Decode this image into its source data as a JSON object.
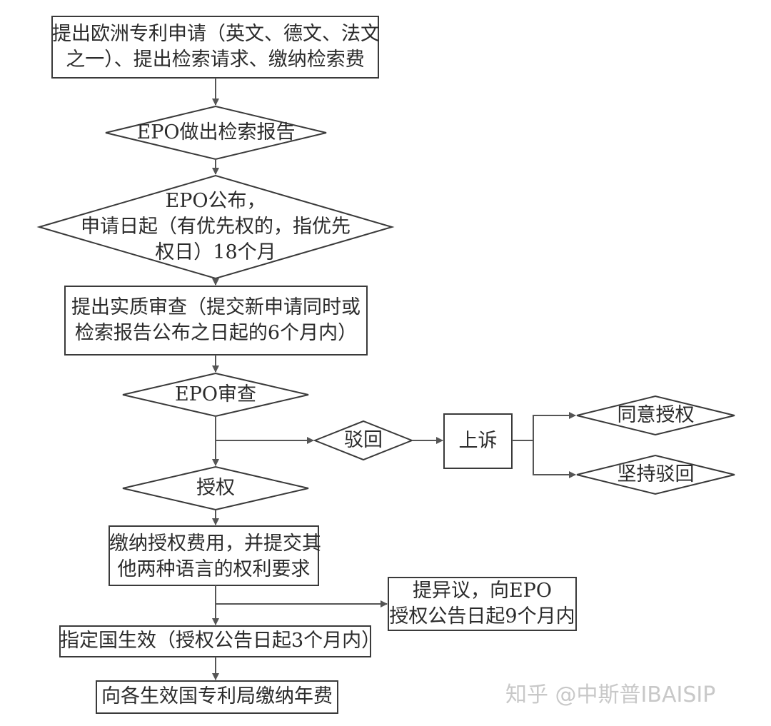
{
  "nodes": {
    "apply": {
      "line1": "提出欧洲专利申请（英文、德文、法文",
      "line2": "之一）、提出检索请求、缴纳检索费"
    },
    "search_report": {
      "label": "EPO做出检索报告"
    },
    "publish": {
      "line1": "EPO公布，",
      "line2": "申请日起（有优先权的，指优先",
      "line3": "权日）18个月"
    },
    "substantive": {
      "line1": "提出实质审查（提交新申请同时或",
      "line2": "检索报告公布之日起的6个月内）"
    },
    "examination": {
      "label": "EPO审查"
    },
    "reject": {
      "label": "驳回"
    },
    "appeal": {
      "label": "上诉"
    },
    "agree_grant": {
      "label": "同意授权"
    },
    "maintain_reject": {
      "label": "坚持驳回"
    },
    "grant": {
      "label": "授权"
    },
    "pay_fee": {
      "line1": "缴纳授权费用，并提交其",
      "line2": "他两种语言的权利要求"
    },
    "opposition": {
      "line1": "提异议，向EPO",
      "line2": "授权公告日起9个月内"
    },
    "designate": {
      "label": "指定国生效（授权公告日起3个月内）"
    },
    "annual_fee": {
      "label": "向各生效国专利局缴纳年费"
    }
  },
  "watermark": "知乎 @中斯普IBAISIP"
}
